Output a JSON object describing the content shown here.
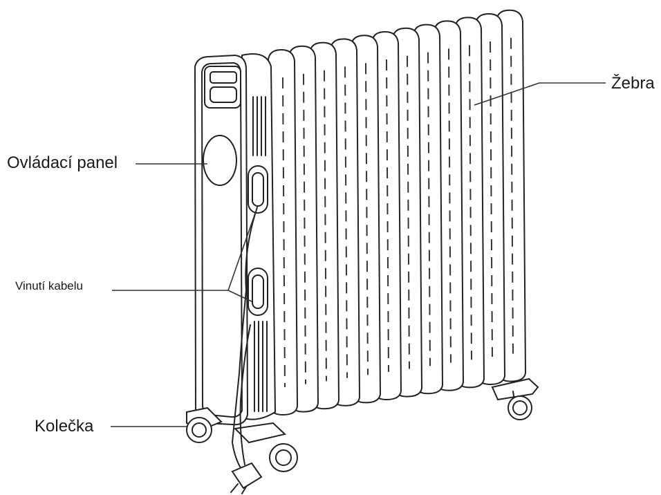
{
  "labels": {
    "fins": "Žebra",
    "control_panel": "Ovládací panel",
    "cable_winding": "Vinutí kabelu",
    "wheels": "Kolečka"
  }
}
